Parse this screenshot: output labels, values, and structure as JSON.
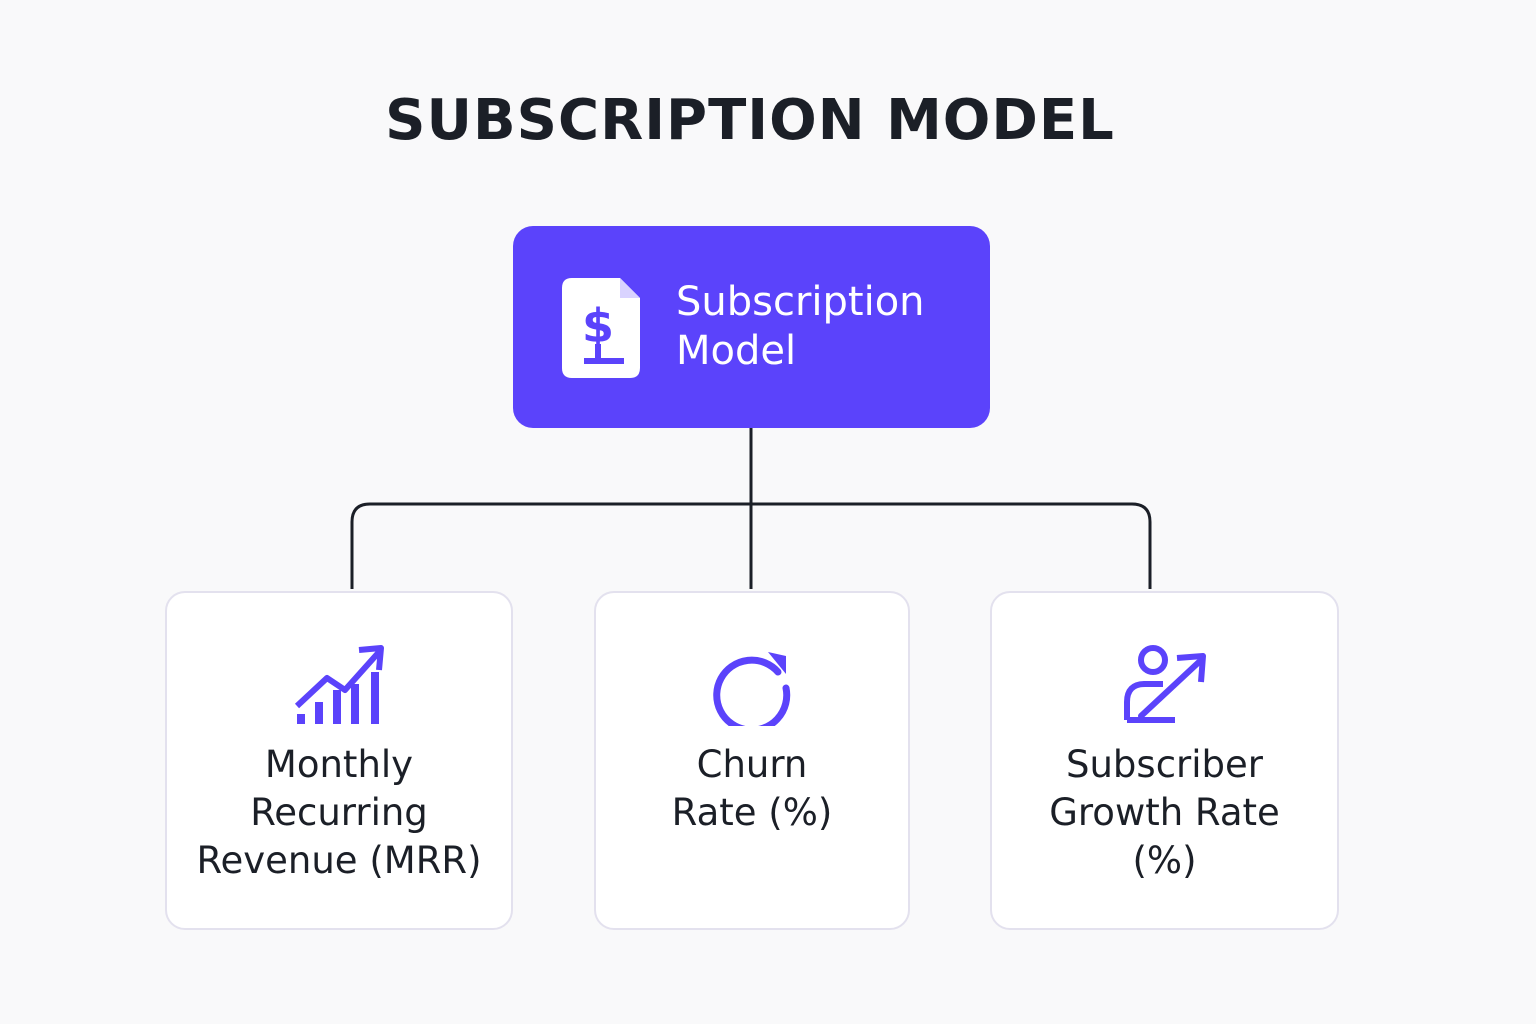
{
  "title": "SUBSCRIPTION MODEL",
  "colors": {
    "accent": "#5b43fb",
    "text": "#1b1f27",
    "background": "#f9f9fa",
    "card_border": "#e3e1ee",
    "connector": "#1b1f27"
  },
  "root": {
    "icon": "document-dollar-icon",
    "label_lines": [
      "Subscription",
      "Model"
    ]
  },
  "children": [
    {
      "icon": "bar-chart-trend-up-icon",
      "label_lines": [
        "Monthly",
        "Recurring",
        "Revenue (MRR)"
      ]
    },
    {
      "icon": "refresh-icon",
      "label_lines": [
        "Churn",
        "Rate (%)"
      ]
    },
    {
      "icon": "user-growth-arrow-icon",
      "label_lines": [
        "Subscriber",
        "Growth Rate",
        "(%)"
      ]
    }
  ]
}
